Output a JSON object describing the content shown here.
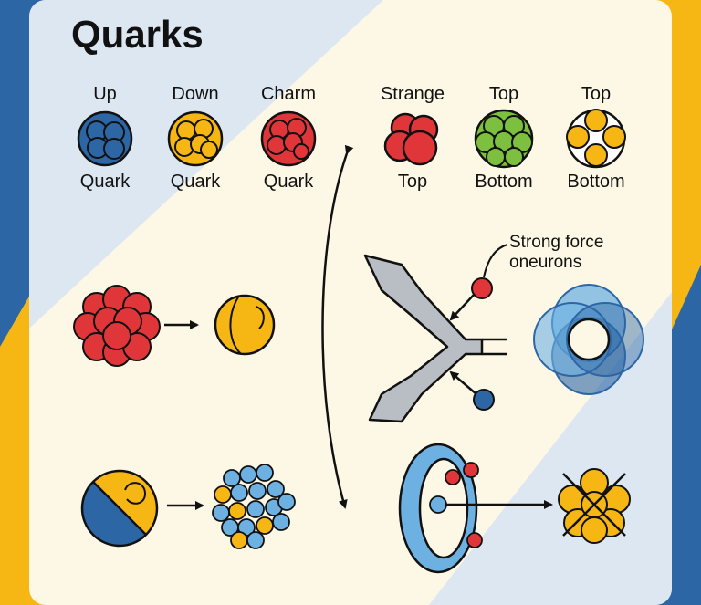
{
  "title": "Quarks",
  "colors": {
    "navy": "#2C66A5",
    "amber": "#F6B715",
    "red": "#E0363A",
    "green": "#7DBF3F",
    "light_blue": "#6DB1E2",
    "cream": "#FDF8E6",
    "gray": "#B9BEC4"
  },
  "quarks": [
    {
      "top": "Up",
      "bottom": "Quark",
      "color": "navy"
    },
    {
      "top": "Down",
      "bottom": "Quark",
      "color": "amber"
    },
    {
      "top": "Charm",
      "bottom": "Quark",
      "color": "red"
    },
    {
      "top": "Strange",
      "bottom": "Top",
      "color": "red"
    },
    {
      "top": "Top",
      "bottom": "Bottom",
      "color": "green"
    },
    {
      "top": "Top",
      "bottom": "Bottom",
      "color": "amber"
    }
  ],
  "callout": {
    "line1": "Strong force",
    "line2": "oneurons"
  }
}
